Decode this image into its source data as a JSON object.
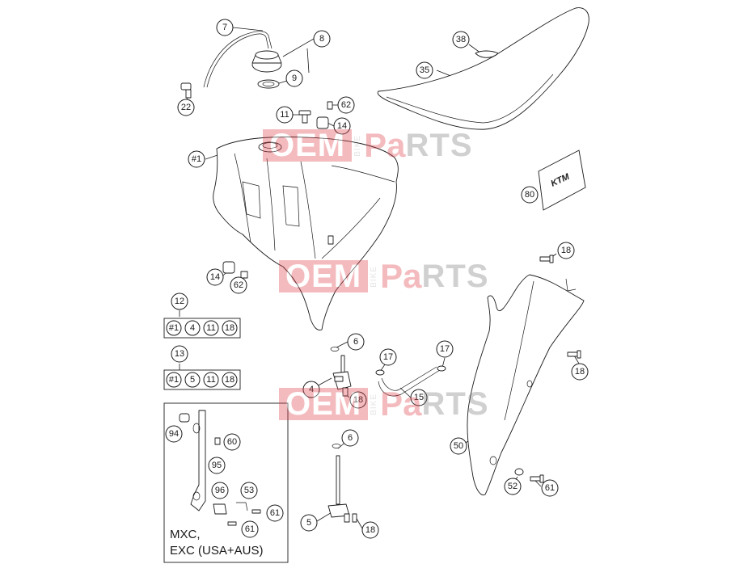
{
  "watermark": {
    "oem": "OEM",
    "bike": "BIKE",
    "pa": "Pa",
    "rts": "RTS"
  },
  "callouts": {
    "c7": "7",
    "c8": "8",
    "c9": "9",
    "c22": "22",
    "c11": "11",
    "c62a": "62",
    "c14a": "14",
    "c38": "38",
    "c35": "35",
    "c1": "#1",
    "c80": "80",
    "c14b": "14",
    "c62b": "62",
    "c18a": "18",
    "c12": "12",
    "c13": "13",
    "c6a": "6",
    "c17a": "17",
    "c17b": "17",
    "c4": "4",
    "c18b": "18",
    "c15": "15",
    "c18c": "18",
    "c94": "94",
    "c60": "60",
    "c95": "95",
    "c96": "96",
    "c53": "53",
    "c61a": "61",
    "c61b": "61",
    "c6b": "6",
    "c50": "50",
    "c52": "52",
    "c61c": "61",
    "c5": "5",
    "c18d": "18"
  },
  "kits": {
    "kit12": [
      "#1",
      "4",
      "11",
      "18"
    ],
    "kit13": [
      "#1",
      "5",
      "11",
      "18"
    ]
  },
  "variant": {
    "line1": "MXC,",
    "line2": "EXC (USA+AUS)"
  },
  "colors": {
    "watermark_red": "#e0404a",
    "watermark_grey": "#7a7a7a",
    "line": "#1a1a1a"
  }
}
